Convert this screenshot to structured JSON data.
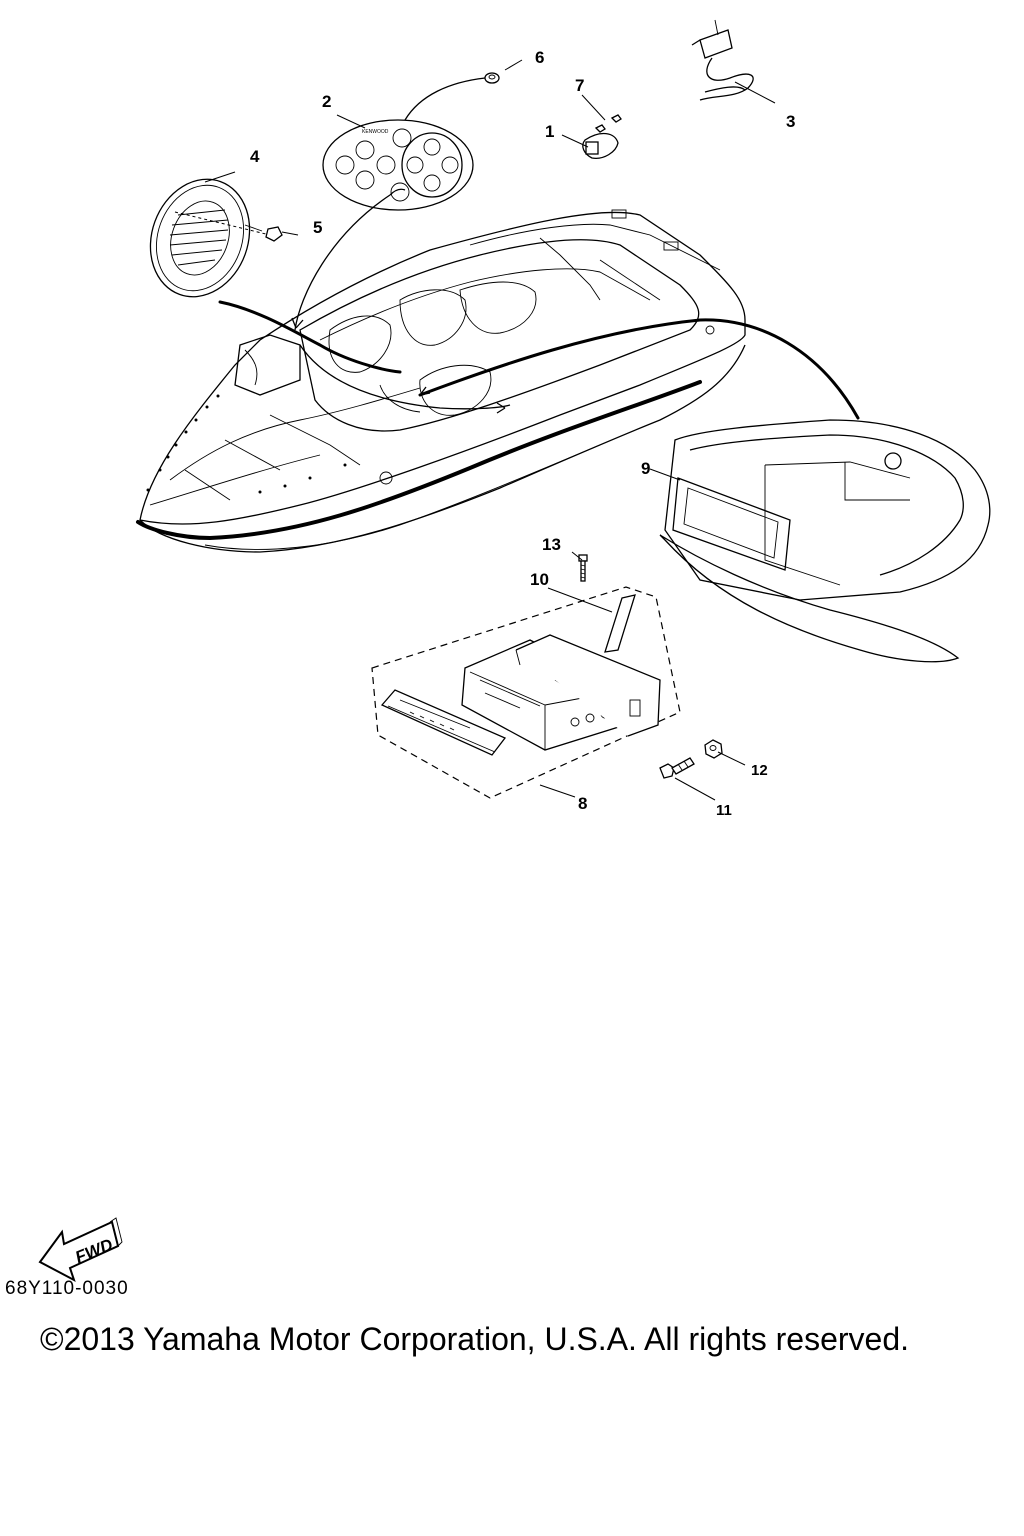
{
  "diagram": {
    "callouts": [
      {
        "id": "c1",
        "label": "1"
      },
      {
        "id": "c2",
        "label": "2"
      },
      {
        "id": "c3",
        "label": "3"
      },
      {
        "id": "c4",
        "label": "4"
      },
      {
        "id": "c5",
        "label": "5"
      },
      {
        "id": "c6",
        "label": "6"
      },
      {
        "id": "c7",
        "label": "7"
      },
      {
        "id": "c8",
        "label": "8"
      },
      {
        "id": "c9",
        "label": "9"
      },
      {
        "id": "c10",
        "label": "10"
      },
      {
        "id": "c11",
        "label": "11"
      },
      {
        "id": "c12",
        "label": "12"
      },
      {
        "id": "c13",
        "label": "13"
      }
    ],
    "remote_brand": "KENWOOD",
    "fwd_label": "FWD",
    "part_number": "68Y110-0030",
    "copyright": "©2013 Yamaha Motor Corporation, U.S.A. All rights reserved."
  }
}
